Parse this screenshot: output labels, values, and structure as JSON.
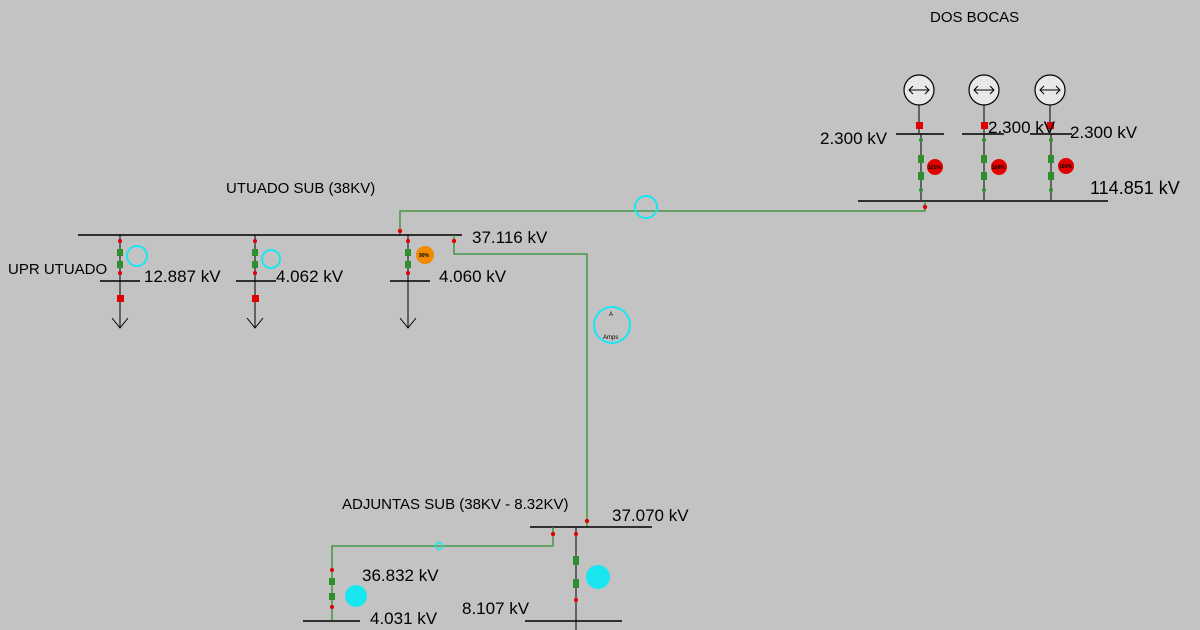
{
  "substations": {
    "dos_bocas": "DOS BOCAS",
    "utuado_sub": "UTUADO SUB (38KV)",
    "upr_utuado": "UPR UTUADO",
    "adjuntas_sub": "ADJUNTAS SUB (38KV - 8.32KV)"
  },
  "voltages": {
    "gen1": "2.300 kV",
    "gen2": "2.300 kV",
    "gen3": "2.300 kV",
    "dos_bocas_bus": "114.851 kV",
    "utuado_bus": "37.116 kV",
    "upr_feeder": "12.887 kV",
    "utuado_feeder2": "4.062 kV",
    "utuado_feeder3": "4.060 kV",
    "adjuntas_bus": "37.070 kV",
    "adjuntas_left": "36.832 kV",
    "adjuntas_left_low": "4.031 kV",
    "adjuntas_right": "8.107 kV"
  },
  "meters": {
    "transfer_line": {
      "top": "A",
      "bottom": "Amps"
    },
    "gen1_load": "101%",
    "gen2_load": "100%",
    "gen3_load": "100%",
    "utuado_feeder3_load": "90%"
  },
  "colors": {
    "background": "#c3c3c3",
    "line": "#2f8f2f",
    "breaker": "#e00000",
    "meter_cyan": "#19e6f0",
    "overload": "#e00000",
    "warning": "#f08a00"
  }
}
